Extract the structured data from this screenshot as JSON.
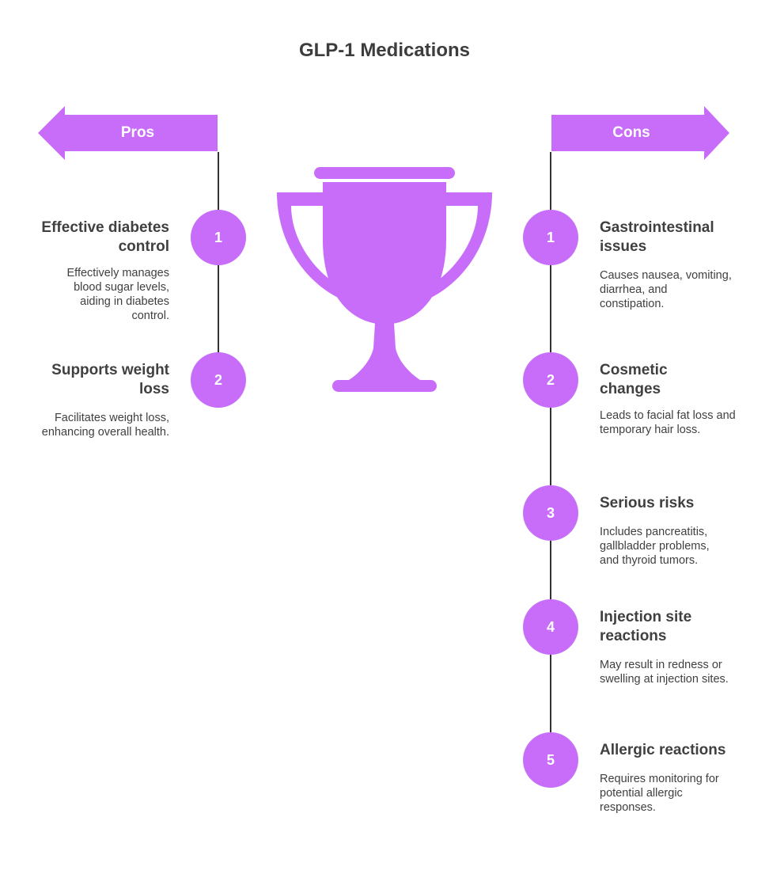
{
  "title": "GLP-1 Medications",
  "colors": {
    "accent": "#c86dfa",
    "line": "#333333",
    "text": "#404040"
  },
  "pros": {
    "label": "Pros",
    "items": [
      {
        "number": "1",
        "title": "Effective diabetes control",
        "desc": "Effectively manages blood sugar levels, aiding in diabetes control."
      },
      {
        "number": "2",
        "title": "Supports weight loss",
        "desc": "Facilitates weight loss, enhancing overall health."
      }
    ]
  },
  "cons": {
    "label": "Cons",
    "items": [
      {
        "number": "1",
        "title": "Gastrointestinal issues",
        "desc": "Causes nausea, vomiting, diarrhea, and constipation."
      },
      {
        "number": "2",
        "title": "Cosmetic changes",
        "desc": "Leads to facial fat loss and temporary hair loss."
      },
      {
        "number": "3",
        "title": "Serious risks",
        "desc": "Includes pancreatitis, gallbladder problems, and thyroid tumors."
      },
      {
        "number": "4",
        "title": "Injection site reactions",
        "desc": "May result in redness or swelling at injection sites."
      },
      {
        "number": "5",
        "title": "Allergic reactions",
        "desc": "Requires monitoring for potential allergic responses."
      }
    ]
  },
  "icons": {
    "center": "trophy-icon"
  }
}
